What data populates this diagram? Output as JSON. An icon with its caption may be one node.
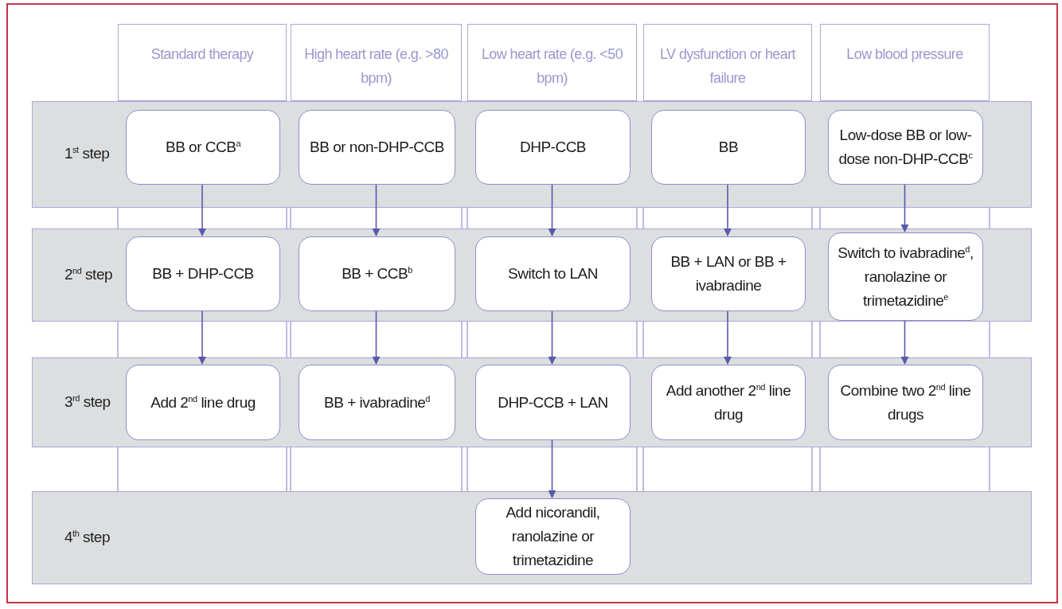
{
  "diagram": {
    "nodes": [
      {
        "text": [
          "Standard therapy"
        ]
      },
      {
        "text": [
          "High heart rate (e.g. >80 bpm)"
        ]
      },
      {
        "text": [
          "Low heart rate (e.g. <50 bpm)"
        ]
      },
      {
        "text": [
          "LV dysfunction or heart failure"
        ]
      },
      {
        "text": [
          "Low blood pressure"
        ]
      },
      {
        "text": [
          "1$^{st}$ step"
        ]
      },
      {
        "text": [
          "BB or CCB$^{a}$"
        ],
        "in": 5
      },
      {
        "text": [
          "BB or non-DHP-CCB"
        ],
        "in": 5
      },
      {
        "text": [
          "DHP-CCB"
        ],
        "in": 5
      },
      {
        "text": [
          "BB"
        ],
        "in": 5
      },
      {
        "text": [
          "Low-dose BB or low-dose non-DHP-CCB$^{c}$"
        ],
        "in": 5
      },
      {
        "text": [
          "2$^{nd}$ step"
        ]
      },
      {
        "text": [
          "BB + DHP-CCB"
        ],
        "in": 11
      },
      {
        "text": [
          "BB + CCB$^{b}$"
        ],
        "in": 11
      },
      {
        "text": [
          "Switch to LAN"
        ],
        "in": 11
      },
      {
        "text": [
          "BB + LAN or BB + ivabradine"
        ],
        "in": 11
      },
      {
        "text": [
          "Switch to ivabradine$^{d}$, ranolazine or trimetazidine$^{e}$"
        ],
        "in": 11
      },
      {
        "text": [
          "3$^{rd}$ step"
        ]
      },
      {
        "text": [
          "Add 2$^{nd}$ line drug"
        ],
        "in": 17
      },
      {
        "text": [
          "BB + ivabradine$^{d}$"
        ],
        "in": 17
      },
      {
        "text": [
          "DHP-CCB + LAN"
        ],
        "in": 17
      },
      {
        "text": [
          "Add another 2$^{nd}$ line drug"
        ],
        "in": 17
      },
      {
        "text": [
          "Combine two 2$^{nd}$ line drugs"
        ],
        "in": 17
      },
      {
        "text": [
          "4$^{th}$ step"
        ]
      },
      {
        "text": [
          "Add nicorandil, ranolazine or trimetazidine"
        ],
        "in": 23
      }
    ],
    "edges": [
      {
        "from": 6,
        "to": 12,
        "arrow": "to"
      },
      {
        "from": 7,
        "to": 13,
        "arrow": "to"
      },
      {
        "from": 8,
        "to": 14,
        "arrow": "to"
      },
      {
        "from": 9,
        "to": 15,
        "arrow": "to"
      },
      {
        "from": 10,
        "to": 16,
        "arrow": "to"
      },
      {
        "from": 12,
        "to": 18,
        "arrow": "to"
      },
      {
        "from": 13,
        "to": 19,
        "arrow": "to"
      },
      {
        "from": 14,
        "to": 20,
        "arrow": "to"
      },
      {
        "from": 15,
        "to": 21,
        "arrow": "to"
      },
      {
        "from": 16,
        "to": 22,
        "arrow": "to"
      },
      {
        "from": 20,
        "to": 24,
        "arrow": "to"
      }
    ]
  }
}
